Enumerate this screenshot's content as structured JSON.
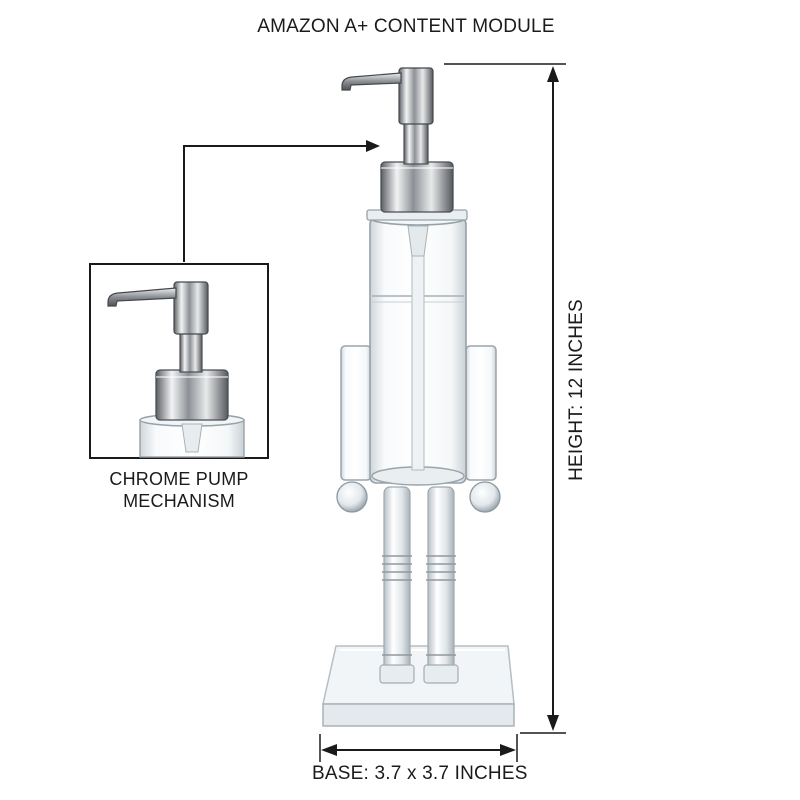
{
  "header": {
    "title": "AMAZON A+ CONTENT MODULE"
  },
  "inset": {
    "caption_line1": "CHROME PUMP",
    "caption_line2": "MECHANISM"
  },
  "dimensions": {
    "height_label": "HEIGHT: 12 INCHES",
    "base_label": "BASE: 3.7 x 3.7 INCHES"
  },
  "colors": {
    "background": "#ffffff",
    "line": "#1a1a1a",
    "acrylic": "#eef3f6",
    "chrome": "#b9bcc0"
  },
  "icons": [
    "soap-dispenser-image",
    "pump-detail-image",
    "arrow-right-icon",
    "height-arrow-icon",
    "width-arrow-icon"
  ]
}
